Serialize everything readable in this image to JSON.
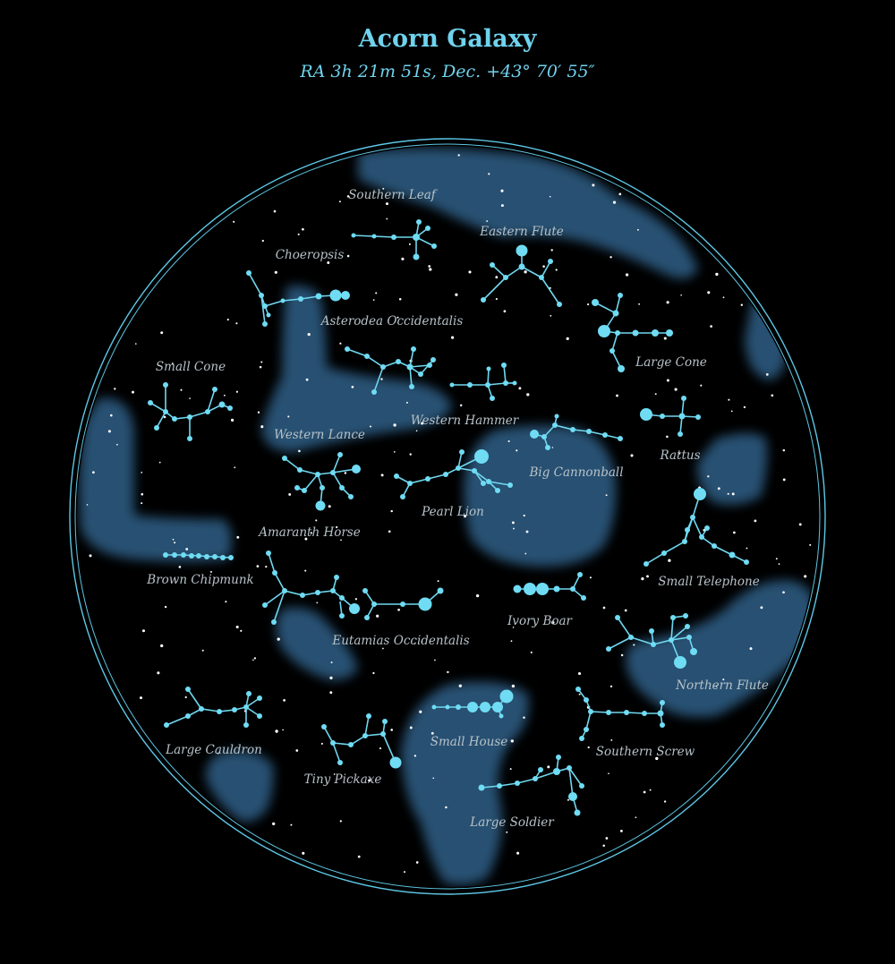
{
  "map": {
    "title": "Acorn Galaxy",
    "subtitle": "RA 3h 21m 51s, Dec. +43° 70′ 55″",
    "colors": {
      "background": "#000000",
      "accent": "#6fd3ee",
      "nebula": "#2e5f86",
      "label": "#b7c2c8",
      "border": "#5ec8e6"
    },
    "constellations": [
      {
        "name": "Southern Leaf"
      },
      {
        "name": "Eastern Flute"
      },
      {
        "name": "Choeropsis"
      },
      {
        "name": "Asterodea Occidentalis"
      },
      {
        "name": "Large Cone"
      },
      {
        "name": "Small Cone"
      },
      {
        "name": "Western Hammer"
      },
      {
        "name": "Western Lance"
      },
      {
        "name": "Rattus"
      },
      {
        "name": "Big Cannonball"
      },
      {
        "name": "Pearl Lion"
      },
      {
        "name": "Amaranth Horse"
      },
      {
        "name": "Small Telephone"
      },
      {
        "name": "Brown Chipmunk"
      },
      {
        "name": "Ivory Boar"
      },
      {
        "name": "Eutamias Occidentalis"
      },
      {
        "name": "Northern Flute"
      },
      {
        "name": "Small House"
      },
      {
        "name": "Large Cauldron"
      },
      {
        "name": "Southern Screw"
      },
      {
        "name": "Tiny Pickaxe"
      },
      {
        "name": "Large Soldier"
      }
    ]
  }
}
